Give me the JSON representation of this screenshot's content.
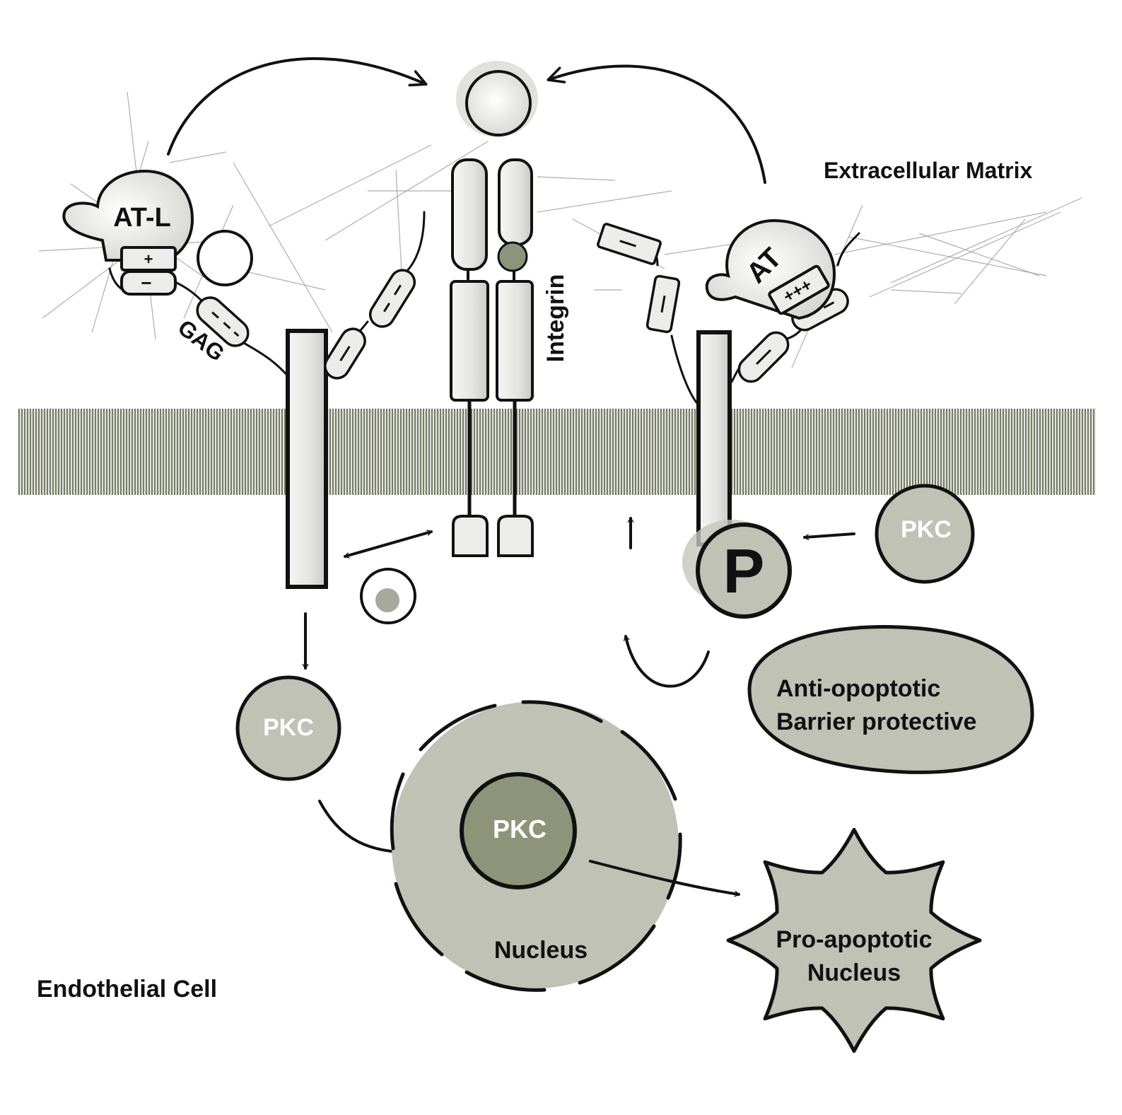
{
  "labels": {
    "extracellular_matrix": "Extracellular Matrix",
    "endothelial_cell": "Endothelial Cell",
    "integrin": "Integrin",
    "gag": "GAG",
    "at_l": "AT-L",
    "at": "AT",
    "plus_single": "+",
    "minus_single": "−",
    "plus_triple": "+++",
    "phosphate": "P",
    "pkc_right": "PKC",
    "pkc_left": "PKC",
    "pkc_nucleus": "PKC",
    "nucleus": "Nucleus",
    "anti_line1": "Anti-opoptotic",
    "anti_line2": "Barrier protective",
    "pro_line1": "Pro-apoptotic",
    "pro_line2": "Nucleus"
  },
  "colors": {
    "ink": "#111111",
    "sage_fill": "#bfc2b5",
    "sage_dark": "#8e9479",
    "membrane": "#5b6148",
    "light_fill": "#ecedea"
  }
}
